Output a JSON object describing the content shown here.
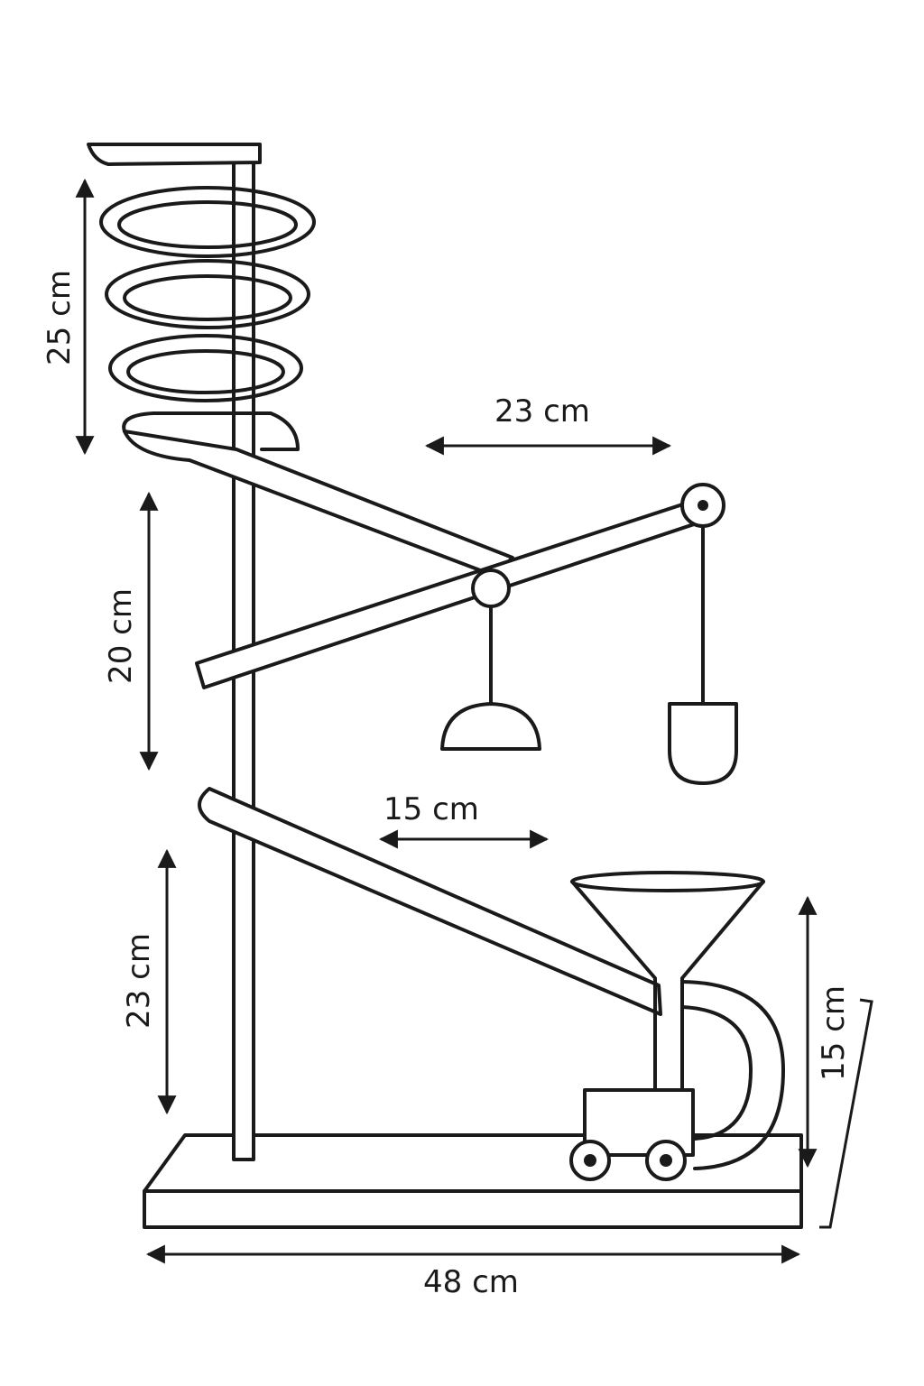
{
  "diagram": {
    "colors": {
      "ink": "#1a1a1a",
      "background": "#ffffff"
    },
    "dimensions": {
      "spiral_height": "25 cm",
      "lever_length": "23 cm",
      "lever_drop": "20 cm",
      "ramp_length": "15 cm",
      "ramp_height": "23 cm",
      "funnel_height": "15 cm",
      "base_width": "48 cm"
    }
  }
}
